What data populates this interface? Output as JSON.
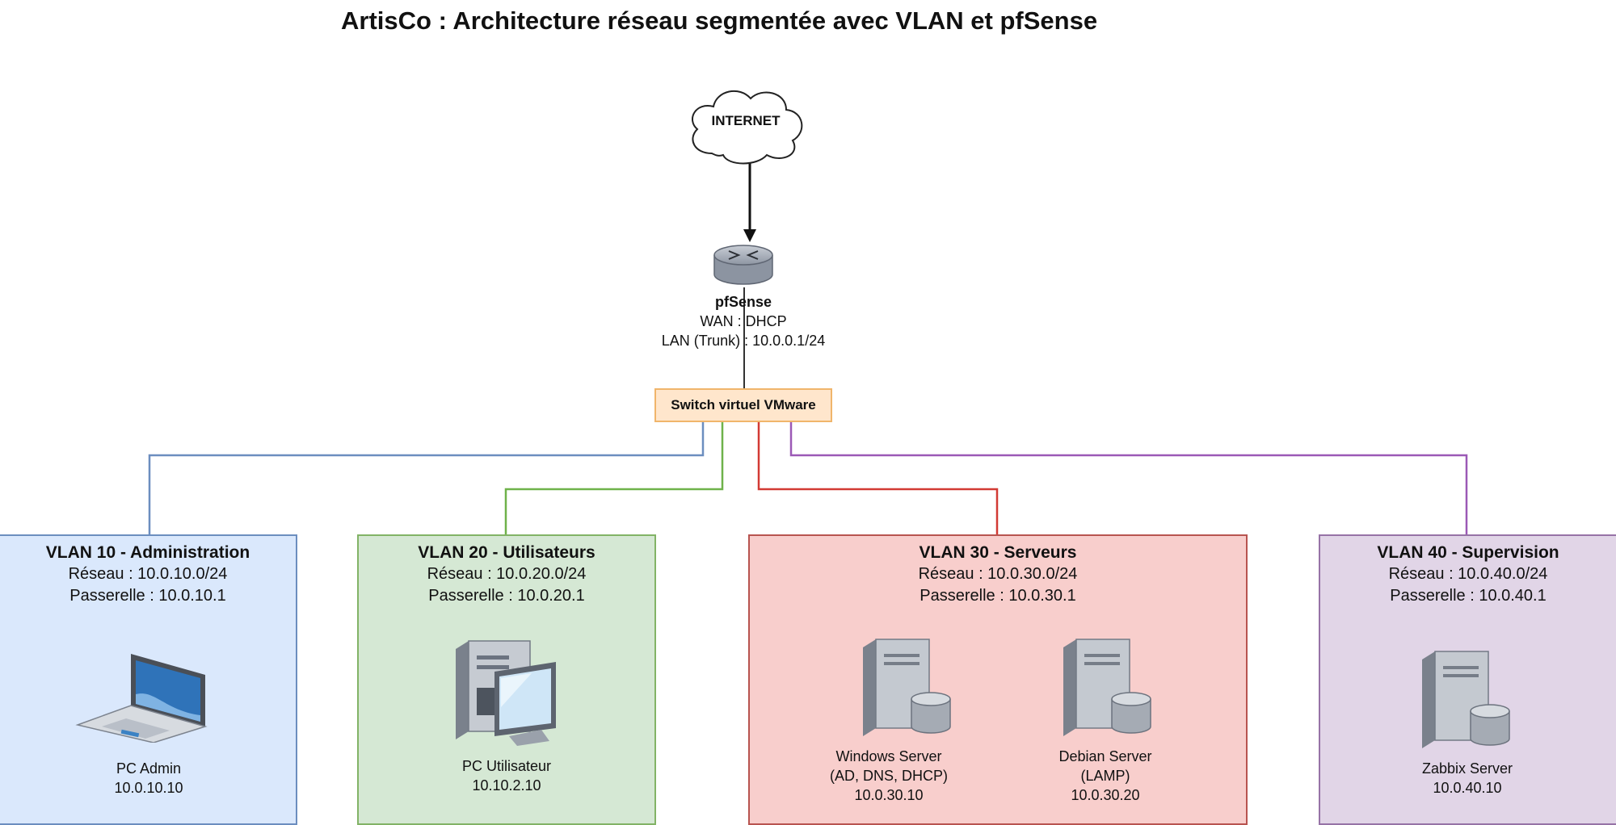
{
  "title": "ArtisCo : Architecture réseau segmentée avec VLAN et pfSense",
  "internet": {
    "label": "INTERNET"
  },
  "router": {
    "name": "pfSense",
    "wan": "WAN : DHCP",
    "lan": "LAN (Trunk) : 10.0.0.1/24"
  },
  "switch": {
    "label": "Switch virtuel VMware"
  },
  "colors": {
    "vlan10": "#6c8ebf",
    "vlan20": "#6fb24a",
    "vlan30": "#d23a34",
    "vlan40": "#9b59b6"
  },
  "vlans": [
    {
      "title": "VLAN 10 - Administration",
      "network": "Réseau : 10.0.10.0/24",
      "gateway": "Passerelle : 10.0.10.1",
      "devices": [
        {
          "icon": "laptop-icon",
          "name": "PC Admin",
          "ip": "10.0.10.10"
        }
      ]
    },
    {
      "title": "VLAN 20 - Utilisateurs",
      "network": "Réseau : 10.0.20.0/24",
      "gateway": "Passerelle : 10.0.20.1",
      "devices": [
        {
          "icon": "desktop-pc-icon",
          "name": "PC Utilisateur",
          "ip": "10.10.2.10"
        }
      ]
    },
    {
      "title": "VLAN 30 - Serveurs",
      "network": "Réseau : 10.0.30.0/24",
      "gateway": "Passerelle : 10.0.30.1",
      "devices": [
        {
          "icon": "server-database-icon",
          "name": "Windows Server",
          "role": "(AD, DNS, DHCP)",
          "ip": "10.0.30.10"
        },
        {
          "icon": "server-database-icon",
          "name": "Debian Server",
          "role": "(LAMP)",
          "ip": "10.0.30.20"
        }
      ]
    },
    {
      "title": "VLAN 40 - Supervision",
      "network": "Réseau : 10.0.40.0/24",
      "gateway": "Passerelle : 10.0.40.1",
      "devices": [
        {
          "icon": "server-database-icon",
          "name": "Zabbix Server",
          "ip": "10.0.40.10"
        }
      ]
    }
  ]
}
